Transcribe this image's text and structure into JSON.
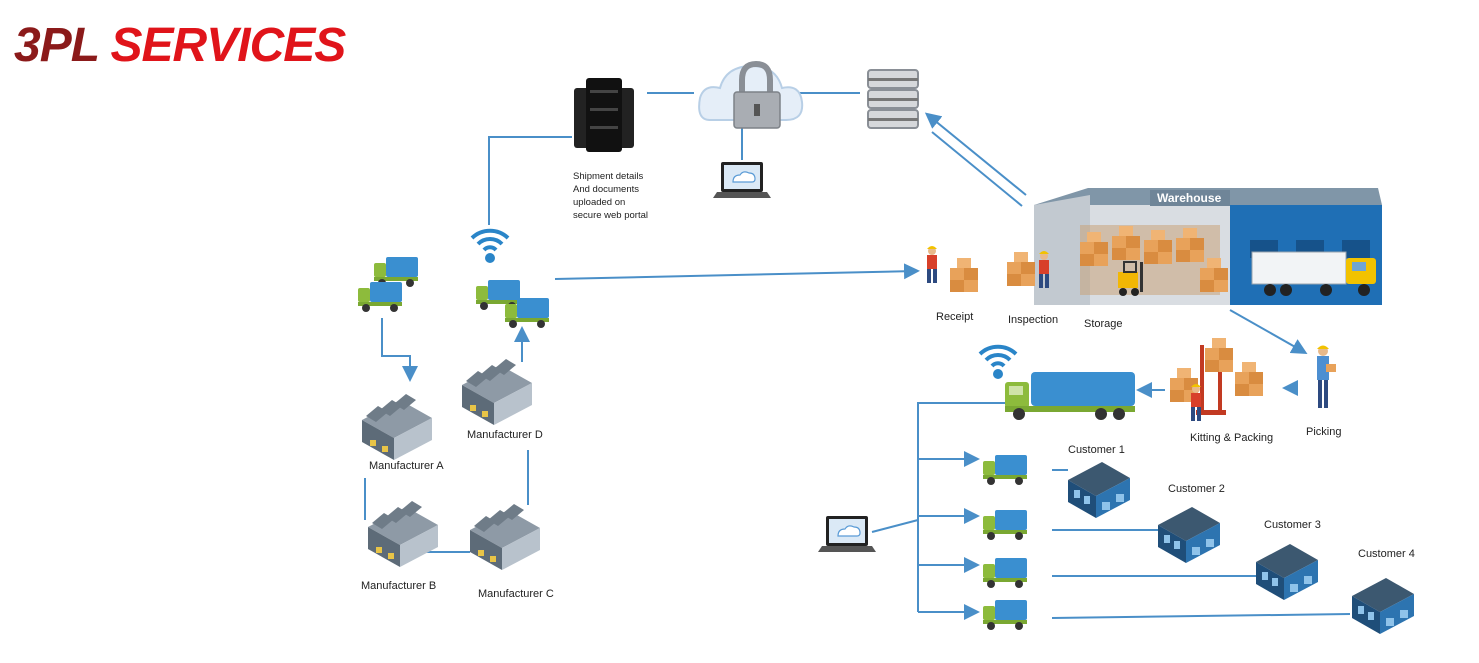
{
  "title": {
    "part1": "3PL",
    "part2": "SERVICES"
  },
  "colors": {
    "title_dark": "#8b1a1a",
    "title_red": "#e0141a",
    "line": "#4a8fc8",
    "truck_body": "#3a8fd0",
    "truck_cab": "#8dbb3c",
    "building": "#6b7d8f",
    "warehouse_wall": "#1f6fb5"
  },
  "labels": {
    "shipment_line1": "Shipment details",
    "shipment_line2": "And documents",
    "shipment_line3": "uploaded on",
    "shipment_line4": "secure web portal",
    "warehouse": "Warehouse",
    "receipt": "Receipt",
    "inspection": "Inspection",
    "storage": "Storage",
    "kitting": "Kitting & Packing",
    "picking": "Picking",
    "manufacturer_a": "Manufacturer A",
    "manufacturer_b": "Manufacturer B",
    "manufacturer_c": "Manufacturer C",
    "manufacturer_d": "Manufacturer D",
    "customer_1": "Customer 1",
    "customer_2": "Customer 2",
    "customer_3": "Customer 3",
    "customer_4": "Customer 4"
  },
  "icons": [
    "server-icon",
    "cloud-lock-icon",
    "database-icon",
    "laptop-icon",
    "wifi-icon",
    "truck-icon",
    "factory-icon",
    "warehouse-icon",
    "forklift-icon",
    "worker-icon",
    "customer-building-icon"
  ]
}
